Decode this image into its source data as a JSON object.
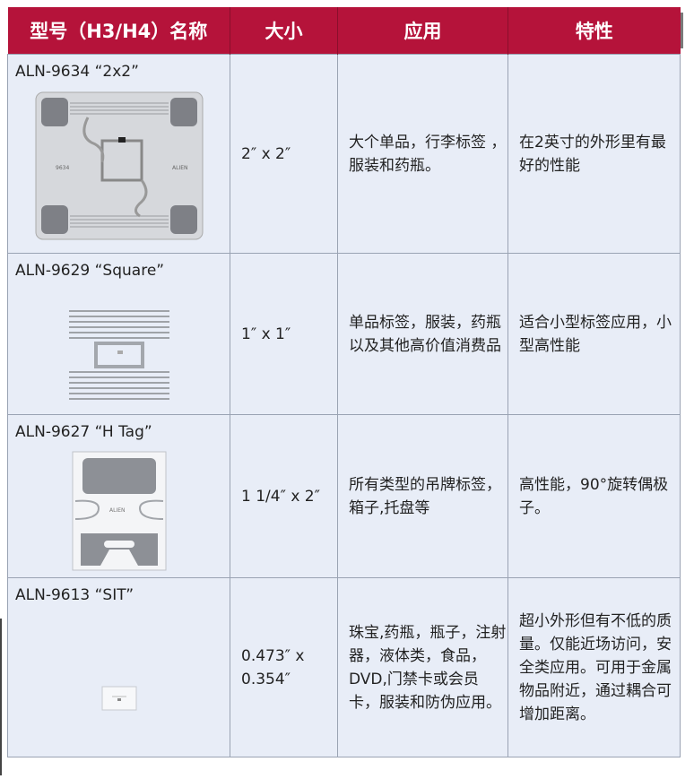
{
  "table": {
    "headers": [
      "型号（H3/H4）名称",
      "大小",
      "应用",
      "特性"
    ],
    "rows": [
      {
        "name": "ALN-9634 “2x2”",
        "size": "2″ x 2″",
        "application": "大个单品，行李标签 ，服装和药瓶。",
        "feature": "在2英寸的外形里有最好的性能",
        "chip_label_left": "9634",
        "chip_label_right": "ALIEN"
      },
      {
        "name": "ALN-9629 “Square”",
        "size": "1″ x 1″",
        "application": "单品标签，服装，药瓶以及其他高价值消费品",
        "feature": "适合小型标签应用，小型高性能"
      },
      {
        "name": "ALN-9627 “H Tag”",
        "size": "1 1/4″ x 2″",
        "application": "所有类型的吊牌标签，箱子,托盘等",
        "feature": "高性能，90°旋转偶极子。",
        "chip_label": "ALIEN"
      },
      {
        "name": "ALN-9613 “SIT”",
        "size": "0.473″ x 0.354″",
        "application": "珠宝,药瓶，瓶子，注射器，液体类，食品，DVD,门禁卡或会员卡，服装和防伪应用。",
        "feature": "超小外形但有不低的质量。仅能近场访问，安全类应用。可用于金属物品附近，通过耦合可增加距离。"
      }
    ]
  }
}
